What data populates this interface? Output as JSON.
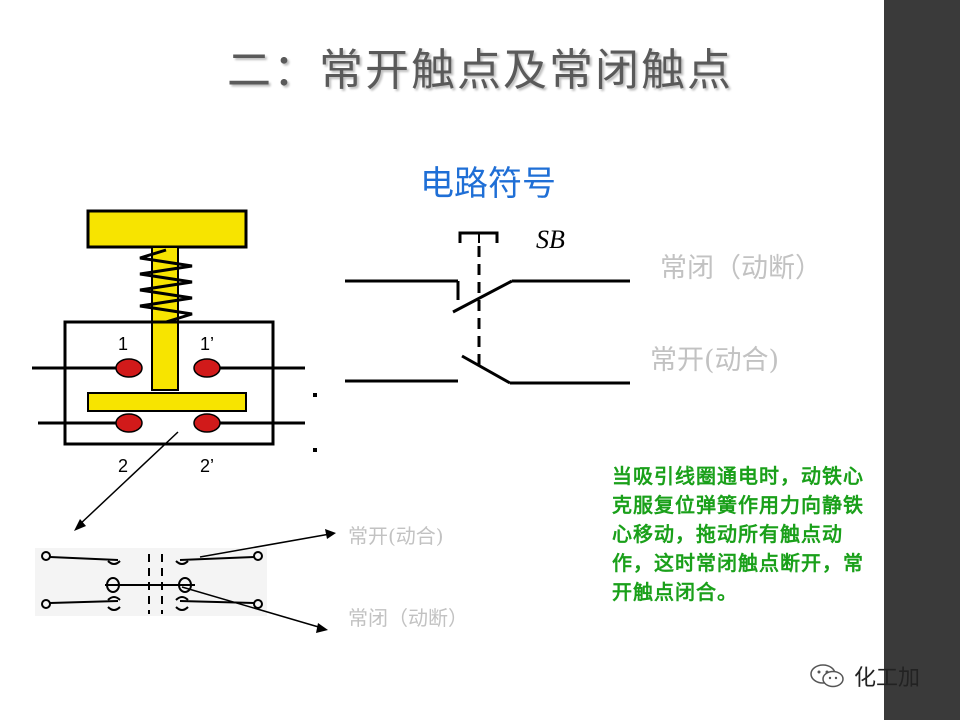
{
  "title": "二：常开触点及常闭触点",
  "subtitle": "电路符号",
  "sb_label": "SB",
  "labels": {
    "nc_right": "常闭（动断）",
    "no_right": "常开(动合)",
    "no_lower": "常开(动合)",
    "nc_lower": "常闭（动断）",
    "contact_1": "1",
    "contact_1p": "1’",
    "contact_2": "2",
    "contact_2p": "2’"
  },
  "note": "当吸引线圈通电时，动铁心克服复位弹簧作用力向静铁心移动，拖动所有触点动作，这时常闭触点断开，常开触点闭合。",
  "watermark": "化工加",
  "colors": {
    "yellow": "#f7e400",
    "red": "#d11a1a",
    "blue": "#1f6fd6",
    "green": "#1aa01a",
    "grey": "#c2c2c2"
  }
}
